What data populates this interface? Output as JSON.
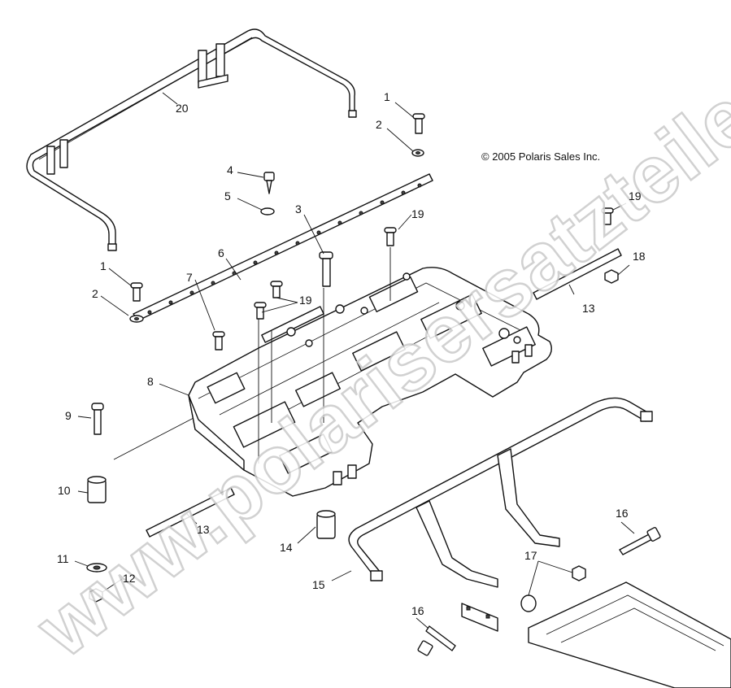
{
  "copyright": "© 2005 Polaris Sales Inc.",
  "watermark": "www.polarisersatzteile.de",
  "callouts": [
    {
      "id": "c-1a",
      "label": "1"
    },
    {
      "id": "c-2a",
      "label": "2"
    },
    {
      "id": "c-20",
      "label": "20"
    },
    {
      "id": "c-4",
      "label": "4"
    },
    {
      "id": "c-5",
      "label": "5"
    },
    {
      "id": "c-3",
      "label": "3"
    },
    {
      "id": "c-19a",
      "label": "19"
    },
    {
      "id": "c-19b",
      "label": "19"
    },
    {
      "id": "c-6",
      "label": "6"
    },
    {
      "id": "c-1b",
      "label": "1"
    },
    {
      "id": "c-7",
      "label": "7"
    },
    {
      "id": "c-19c",
      "label": "19"
    },
    {
      "id": "c-2b",
      "label": "2"
    },
    {
      "id": "c-18",
      "label": "18"
    },
    {
      "id": "c-13a",
      "label": "13"
    },
    {
      "id": "c-8",
      "label": "8"
    },
    {
      "id": "c-9",
      "label": "9"
    },
    {
      "id": "c-10",
      "label": "10"
    },
    {
      "id": "c-13b",
      "label": "13"
    },
    {
      "id": "c-14",
      "label": "14"
    },
    {
      "id": "c-16a",
      "label": "16"
    },
    {
      "id": "c-17",
      "label": "17"
    },
    {
      "id": "c-11",
      "label": "11"
    },
    {
      "id": "c-12",
      "label": "12"
    },
    {
      "id": "c-15",
      "label": "15"
    },
    {
      "id": "c-16b",
      "label": "16"
    }
  ]
}
